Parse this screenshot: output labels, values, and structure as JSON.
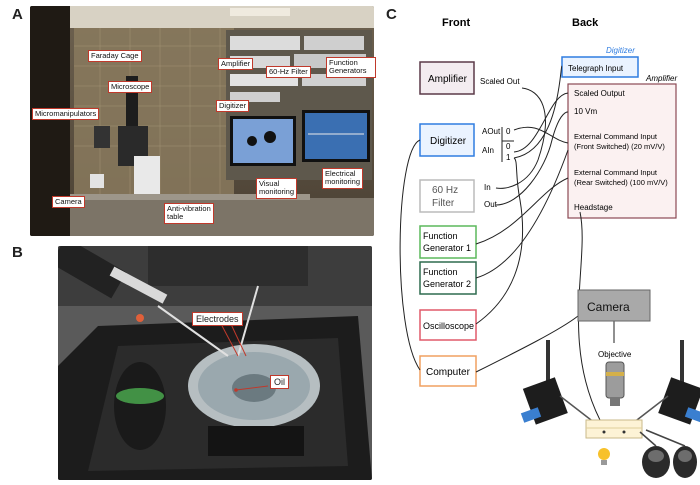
{
  "panels": {
    "a": "A",
    "b": "B",
    "c": "C"
  },
  "panel_a": {
    "labels": {
      "faraday": "Faraday Cage",
      "amplifier": "Amplifier",
      "filter60": "60-Hz Filter",
      "function_gen": "Function\nGenerators",
      "microscope": "Microscope",
      "micromanipulators": "Micromanipulators",
      "digitizer": "Digitizer",
      "camera": "Camera",
      "visual": "Visual\nmonitoring",
      "electrical": "Electrical\nmonitoring",
      "antivib": "Anti-vibration\ntable"
    }
  },
  "panel_b": {
    "labels": {
      "electrodes": "Electrodes",
      "oil": "Oil"
    }
  },
  "panel_c": {
    "headers": {
      "front": "Front",
      "back": "Back"
    },
    "digitizer_title": "Digitizer",
    "amplifier_title": "Amplifier",
    "front_boxes": {
      "amplifier": "Amplifier",
      "digitizer": "Digitizer",
      "filter_line1": "60 Hz",
      "filter_line2": "Filter",
      "fg1_line1": "Function",
      "fg1_line2": "Generator 1",
      "fg2_line1": "Function",
      "fg2_line2": "Generator 2",
      "oscilloscope": "Oscilloscope",
      "computer": "Computer"
    },
    "ports": {
      "scaled_out": "Scaled Out",
      "aout": "AOut",
      "aout_0": "0",
      "ain": "AIn",
      "ain_0": "0",
      "ain_1": "1",
      "in": "In",
      "out": "Out"
    },
    "back": {
      "telegraph": "Telegraph Input",
      "scaled_output": "Scaled Output",
      "vm": "10 Vm",
      "ext1_line1": "External Command Input",
      "ext1_line2": "(Front Switched) (20 mV/V)",
      "ext2_line1": "External Command Input",
      "ext2_line2": "(Rear Switched) (100 mV/V)",
      "headstage": "Headstage"
    },
    "camera": "Camera",
    "objective": "Objective",
    "colors": {
      "amplifier_border": "#5b3a48",
      "amplifier_fill": "#f3ecf0",
      "digitizer_border": "#2f7de1",
      "digitizer_fill": "#eaf3ff",
      "filter_border": "#bbbbbb",
      "fg1_border": "#5cb85c",
      "fg2_border": "#2e6b4f",
      "osc_border": "#e05a6a",
      "computer_border": "#f0a060",
      "back_amp_border": "#8b4a55",
      "back_amp_fill": "#fbf1f1",
      "camera_fill": "#a9a9a9"
    }
  }
}
